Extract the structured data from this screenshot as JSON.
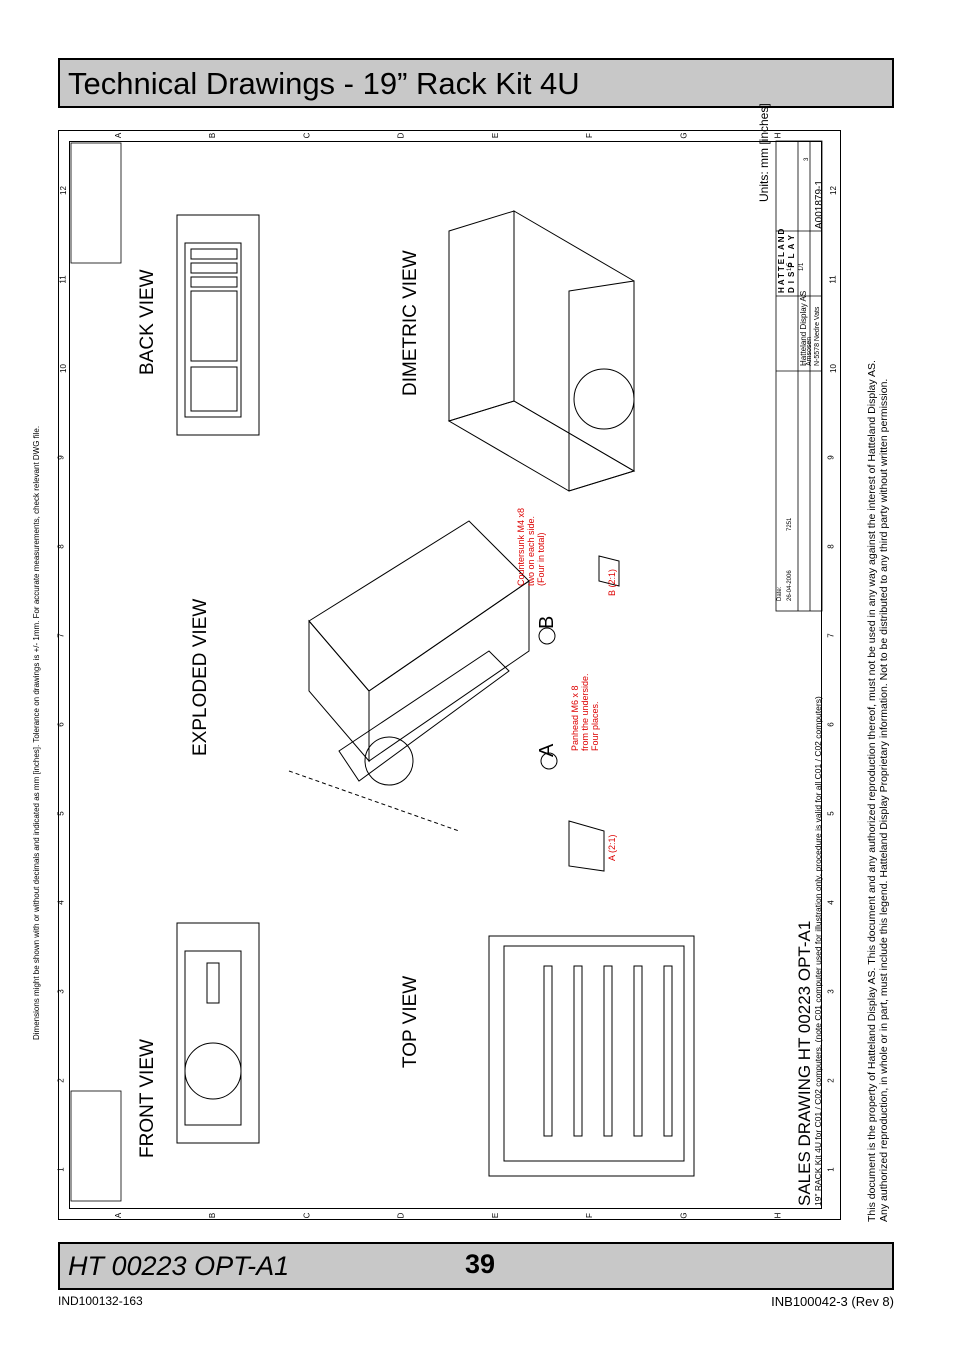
{
  "header": {
    "title": "Technical Drawings - 19” Rack Kit 4U"
  },
  "drawing": {
    "note": "Dimensions might be shown with or without decimals and indicated as mm [inches]. Tolerance on drawings is +/- 1mm. For accurate measurements, check relevant DWG file.",
    "views": {
      "back": "BACK VIEW",
      "front": "FRONT VIEW",
      "exploded": "EXPLODED VIEW",
      "top": "TOP VIEW",
      "dimetric": "DIMETRIC VIEW"
    },
    "callouts": {
      "countersunk": [
        "Countersunk M4 x8",
        "two on each side.",
        "(Four in total)"
      ],
      "panhead": [
        "Panhead M6 x 8",
        "from the underside.",
        "Four places."
      ],
      "a_label": "A",
      "b_label": "B",
      "detail_a": "A (2:1)",
      "detail_b": "B (2:1)"
    },
    "grid": {
      "cols": [
        "1",
        "2",
        "3",
        "4",
        "5",
        "6",
        "7",
        "8",
        "9",
        "10",
        "11",
        "12"
      ],
      "rows": [
        "A",
        "B",
        "C",
        "D",
        "E",
        "F",
        "G",
        "H"
      ]
    },
    "title_block": {
      "sales_title": "SALES DRAWING HT 00223 OPT-A1",
      "subtitle": "19\" RACK Kit 4U for C01 / C02 computers. (note C01 computer used for illustration only, procedure is valid for all C01 / C02 computers)",
      "units": "Units: mm [inches]",
      "company": "Hatteland Display AS",
      "address1": "Åmsosen",
      "address2": "N-5578 Nedre Vats",
      "logo1": "HATTELAND",
      "logo2": "DISPLAY",
      "drawing_no": "A001879-1",
      "date": "26-04-2006",
      "date_label": "Date:",
      "number": "7251",
      "revision": "3",
      "scale": "1:5",
      "sheet": "1/1"
    }
  },
  "footer": {
    "model": "HT 00223 OPT-A1",
    "page": "39",
    "doc_left": "IND100132-163",
    "doc_right": "INB100042-3 (Rev 8)"
  },
  "legal": {
    "line1": "This document is the property of Hatteland Display AS. This document and any authorized reproduction thereof, must not be used in any way against the interest of Hatteland Display AS.",
    "line2": "Any authorized reproduction, in whole or in part, must include this legend. Hatteland Display Proprietary information. Not to be distributed to any third party without written permission."
  }
}
